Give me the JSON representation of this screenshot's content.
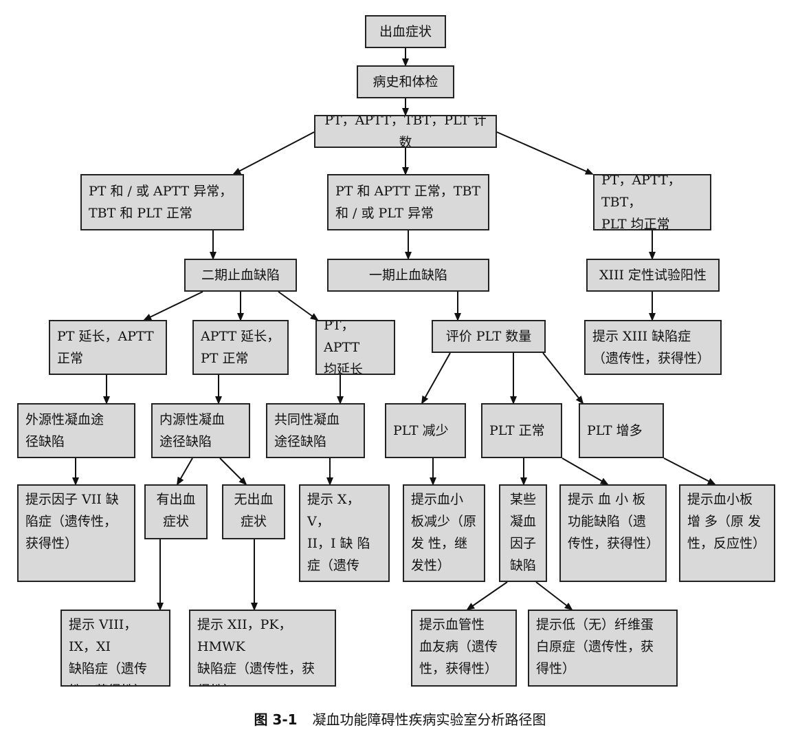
{
  "diagram": {
    "caption_number": "图 3-1",
    "caption_title": "凝血功能障碍性疾病实验室分析路径图",
    "nodes": {
      "bleeding": "出血症状",
      "history": "病史和体检",
      "screen": "PT，APTT，TBT，PLT 计数",
      "abn_pt_aptt": "PT 和 / 或 APTT 异常，\nTBT 和 PLT 正常",
      "abn_tbt_plt": "PT 和 APTT 正常，TBT\n和 / 或 PLT 异常",
      "all_normal": "PT，APTT，TBT，\nPLT 均正常",
      "secondary": "二期止血缺陷",
      "primary": "一期止血缺陷",
      "f13_test": "XIII 定性试验阳性",
      "f13_def": "提示 XIII 缺陷症\n（遗传性，获得性）",
      "pt_long": "PT 延长，APTT\n正常",
      "aptt_long": "APTT 延长，\nPT 正常",
      "both_long": "PT，APTT\n均延长",
      "extrinsic": "外源性凝血途\n径缺陷",
      "intrinsic": "内源性凝血\n途径缺陷",
      "common": "共同性凝血\n途径缺陷",
      "f7_def": "提示因子 VII 缺\n陷症（遗传性，\n获得性）",
      "has_bleed": "有出血\n症状",
      "no_bleed": "无出血\n症状",
      "f_x_v_ii_i": "提示 X，V，\nII，I 缺 陷\n症（遗传性，\n获得性）",
      "f_viii_ix_xi": "提示 VIII，IX，XI\n缺陷症（遗传\n性，获得性）",
      "f_xii_pk": "提示 XII，PK，HMWK\n缺陷症（遗传性，获\n得性）",
      "eval_plt": "评价 PLT 数量",
      "plt_low": "PLT 减少",
      "plt_normal": "PLT 正常",
      "plt_high": "PLT 增多",
      "thrombocytopenia": "提示血小\n板减少（原\n发 性，继\n发性）",
      "factor_def": "某些\n凝血\n因子\n缺陷",
      "plt_dysfunction": "提示 血 小 板\n功能缺陷（遗\n传性，获得性）",
      "thrombocytosis": "提示血小板\n增 多（原 发\n性，反应性）",
      "vascular_hemophilia": "提示血管性\n血友病（遗传\n性，获得性）",
      "afibrinogenemia": "提示低（无）纤维蛋\n白原症（遗传性，获\n得性）"
    }
  }
}
